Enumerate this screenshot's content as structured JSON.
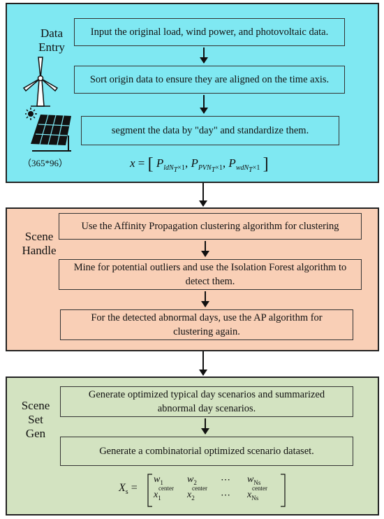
{
  "entry": {
    "label_line1": "Data",
    "label_line2": "Entry",
    "steps": [
      "Input the original load, wind power, and photovoltaic data.",
      "Sort origin data to ensure they are aligned on the time axis.",
      "segment the data by \"day\" and standardize them."
    ],
    "dimension_caption": "（365*96）",
    "formula": {
      "lhs": "x",
      "terms": [
        {
          "base": "P",
          "sub": "ldN",
          "sub2": "T",
          "sub3": "×1"
        },
        {
          "base": "P",
          "sub": "PVN",
          "sub2": "T",
          "sub3": "×1"
        },
        {
          "base": "P",
          "sub": "wdN",
          "sub2": "T",
          "sub3": "×1"
        }
      ]
    }
  },
  "handle": {
    "label_line1": "Scene",
    "label_line2": "Handle",
    "steps": [
      "Use the Affinity Propagation clustering algorithm for clustering",
      "Mine for potential outliers and use the Isolation Forest algorithm to detect them.",
      "For the detected abnormal days, use the AP algorithm for clustering again."
    ]
  },
  "gen": {
    "label_line1": "Scene",
    "label_line2": "Set",
    "label_line3": "Gen",
    "steps": [
      "Generate optimized typical day scenarios and summarized abnormal day scenarios.",
      "Generate a combinatorial optimized scenario dataset."
    ],
    "matrix": {
      "lhs": "X",
      "lhs_sub": "s",
      "row1": [
        "w",
        "w",
        "⋯",
        "w"
      ],
      "row1_subs": [
        "1",
        "2",
        "",
        "Ns"
      ],
      "row2": [
        "x",
        "x",
        "⋯",
        "x"
      ],
      "row2_subs": [
        "1",
        "2",
        "",
        "Ns"
      ],
      "row2_sups": [
        "center",
        "center",
        "",
        "center"
      ]
    }
  }
}
